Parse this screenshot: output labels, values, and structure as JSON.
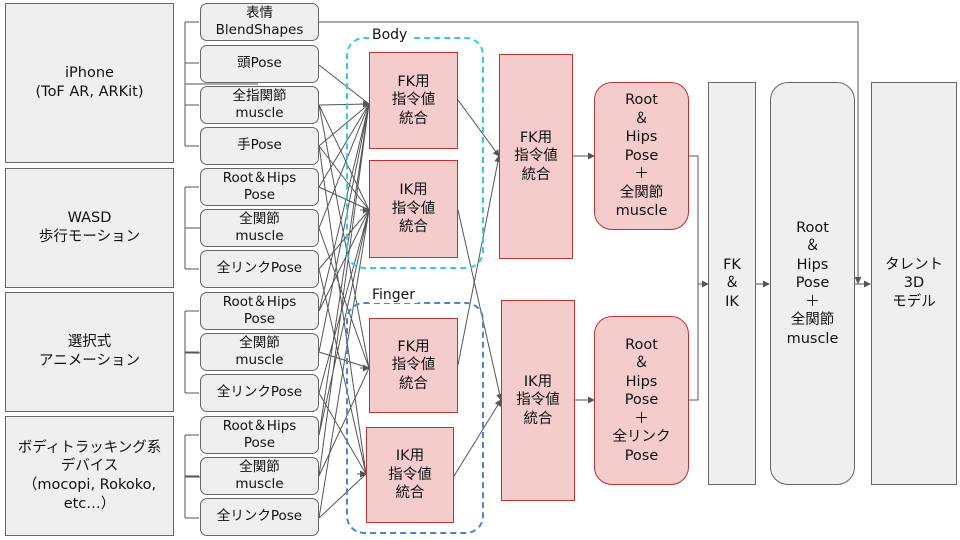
{
  "sources": [
    {
      "label": "iPhone\n(ToF AR, ARKit)"
    },
    {
      "label": "WASD\n歩行モーション"
    },
    {
      "label": "選択式\nアニメーション"
    },
    {
      "label": "ボディトラッキング系\nデバイス\n（mocopi, Rokoko,\netc…）"
    }
  ],
  "outputs": [
    {
      "label": "表情\nBlendShapes"
    },
    {
      "label": "頭Pose"
    },
    {
      "label": "全指関節\nmuscle"
    },
    {
      "label": "手Pose"
    },
    {
      "label": "Root＆Hips\nPose"
    },
    {
      "label": "全関節\nmuscle"
    },
    {
      "label": "全リンクPose"
    },
    {
      "label": "Root＆Hips\nPose"
    },
    {
      "label": "全関節\nmuscle"
    },
    {
      "label": "全リンクPose"
    },
    {
      "label": "Root＆Hips\nPose"
    },
    {
      "label": "全関節\nmuscle"
    },
    {
      "label": "全リンクPose"
    }
  ],
  "groups": {
    "body": "Body",
    "finger": "Finger"
  },
  "integrators": {
    "body_fk": "FK用\n指令値\n統合",
    "body_ik": "IK用\n指令値\n統合",
    "finger_fk": "FK用\n指令値\n統合",
    "finger_ik": "IK用\n指令値\n統合"
  },
  "stage2": {
    "fk": "FK用\n指令値\n統合",
    "ik": "IK用\n指令値\n統合"
  },
  "stage3": {
    "top": "Root\n＆\nHips\nPose\n＋\n全関節\nmuscle",
    "bottom": "Root\n＆\nHips\nPose\n＋\n全リンク\nPose"
  },
  "fkik": "FK\n＆\nIK",
  "final": "Root\n＆\nHips\nPose\n＋\n全関節\nmuscle",
  "talent": "タレント\n3D\nモデル",
  "colors": {
    "red_fill": "#f4cccc",
    "red_border": "#bb3333",
    "gray_fill": "#efefef",
    "body_group": "#33ccdd",
    "finger_group": "#4a86c8"
  }
}
